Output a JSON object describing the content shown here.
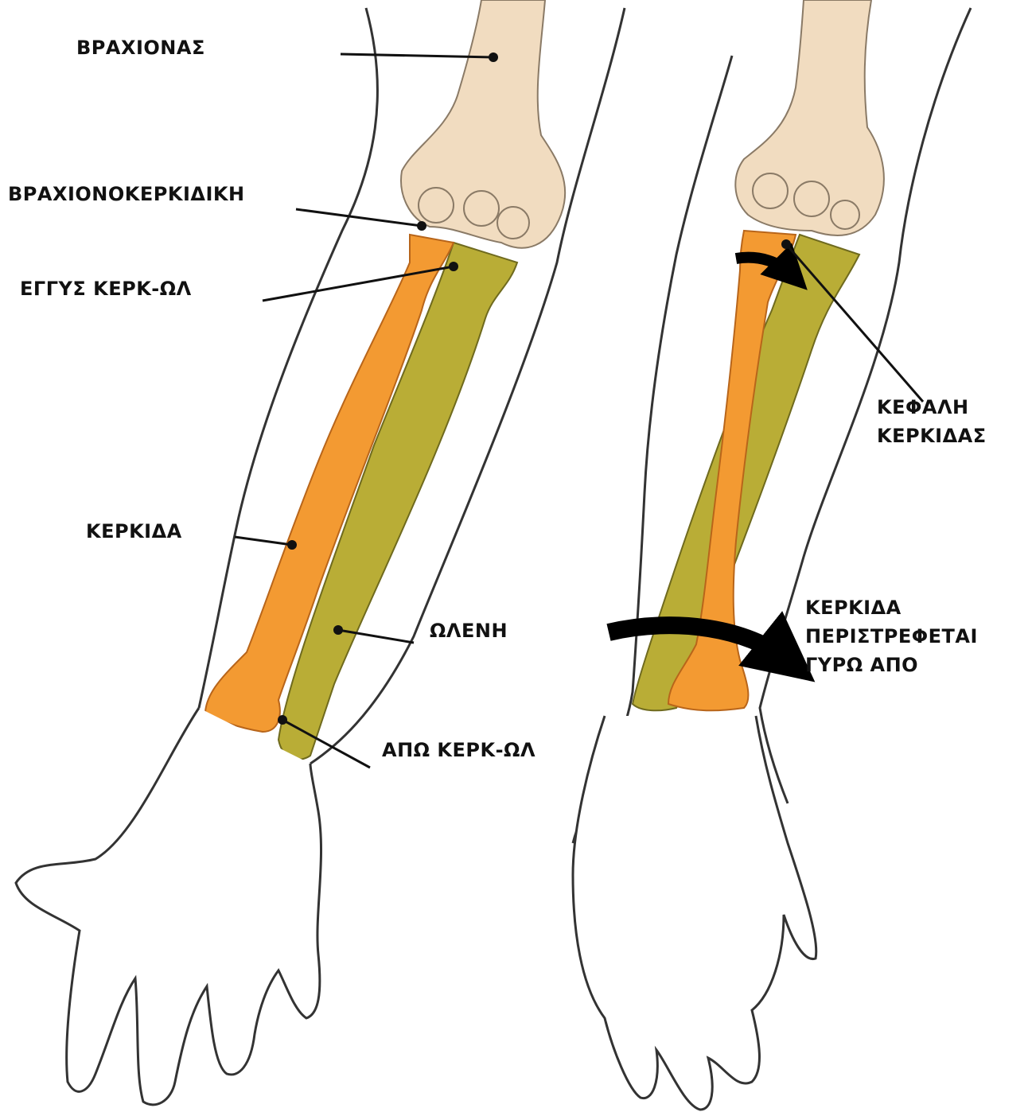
{
  "labels": {
    "humerus": "ΒΡΑΧΙΟΝΑΣ",
    "humeroradial": "ΒΡΑΧΙΟΝΟΚΕΡΚΙΔΙΚΗ",
    "proximal_radioulnar": "ΕΓΓΥΣ ΚΕΡΚ-ΩΛ",
    "radius": "ΚΕΡΚΙΔΑ",
    "ulna": "ΩΛΕΝΗ",
    "distal_radioulnar": "ΑΠΩ ΚΕΡΚ-ΩΛ",
    "radial_head": [
      "ΚΕΦΑΛΗ",
      "ΚΕΡΚΙΔΑΣ"
    ],
    "rotation_note": [
      "ΚΕΡΚΙΔΑ",
      "ΠΕΡΙΣΤΡΕΦΕΤΑΙ",
      "ΓΥΡΩ ΑΠΟ"
    ]
  },
  "colors": {
    "radius": "#f39a32",
    "ulna": "#b9ad36",
    "humerus": "#f1dcc0",
    "outline": "#333333",
    "arrow": "#000000"
  }
}
